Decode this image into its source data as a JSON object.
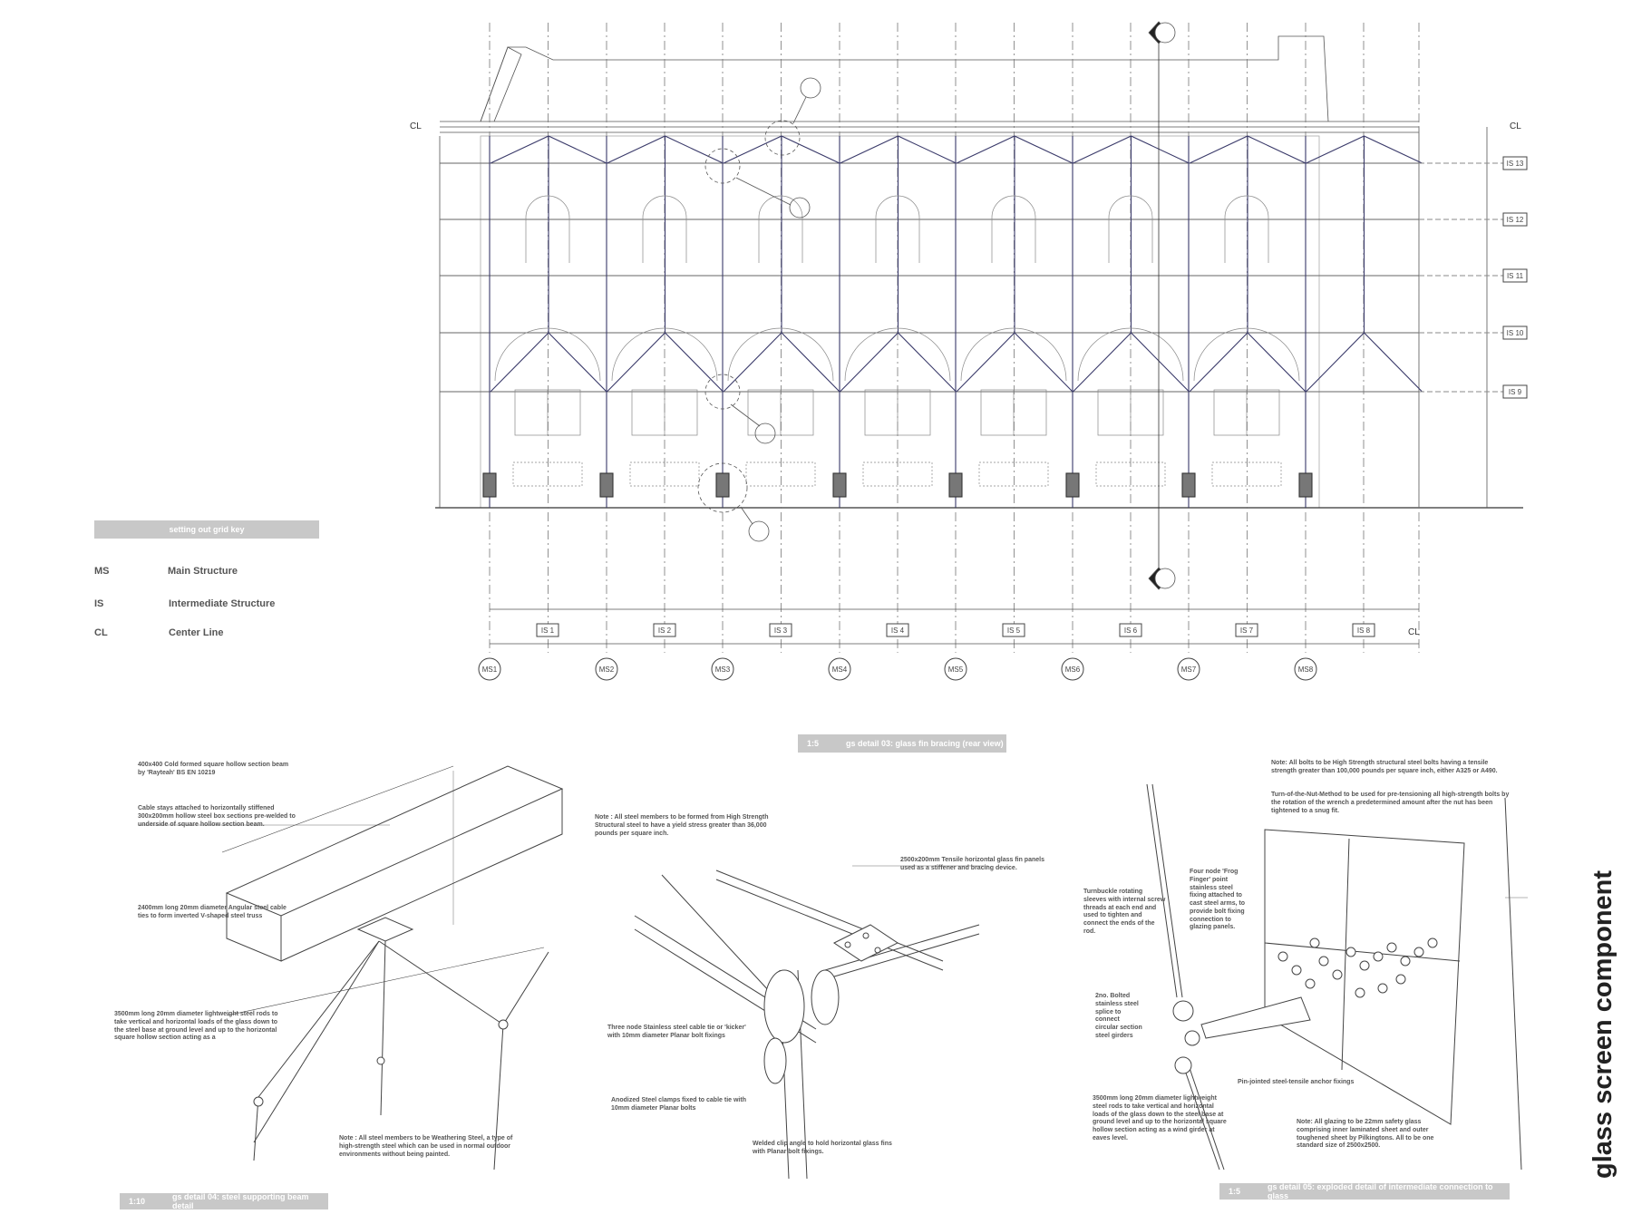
{
  "elevation": {
    "cl_left": "CL",
    "cl_right": "CL",
    "cl_bottom": "CL",
    "is_levels": [
      "IS 13",
      "IS 12",
      "IS 11",
      "IS 10",
      "IS 9"
    ],
    "is_bays": [
      "IS 1",
      "IS 2",
      "IS 3",
      "IS 4",
      "IS 5",
      "IS 6",
      "IS 7",
      "IS 8"
    ],
    "ms_grid": [
      "MS1",
      "MS2",
      "MS3",
      "MS4",
      "MS5",
      "MS6",
      "MS7",
      "MS8"
    ]
  },
  "key": {
    "bar_label": "setting out grid key",
    "rows": [
      {
        "abbr": "MS",
        "desc": "Main Structure"
      },
      {
        "abbr": "IS",
        "desc": "Intermediate Structure"
      },
      {
        "abbr": "CL",
        "desc": "Center Line"
      }
    ]
  },
  "captions": {
    "elevation": {
      "scale": "1:5",
      "label": "gs detail 03: glass fin bracing (rear view)"
    },
    "detail_left": {
      "scale": "1:10",
      "label": "gs detail 04: steel supporting beam detail"
    },
    "detail_right": {
      "scale": "1:5",
      "label": "gs detail 05: exploded detail of intermediate connection to glass"
    }
  },
  "notes_left": [
    "400x400 Cold formed square hollow section beam by 'Rayteah' BS EN 10219",
    "Cable stays attached to horizontally stiffened 300x200mm hollow steel box sections pre-welded to underside of square hollow section beam.",
    "2400mm long 20mm diameter Angular steel cable ties to form inverted V-shaped steel truss",
    "3500mm long 20mm diameter lightweight steel rods to take vertical and horizontal loads of the glass down to the steel base at ground level and up to the horizontal square hollow section acting as a",
    "Note : All steel members to be Weathering Steel, a type of high-strength steel which can be used in normal outdoor environments without being painted."
  ],
  "notes_middle": [
    "Note : All steel members to be formed from High Strength Structural steel to have a yield stress greater than 36,000 pounds per square inch.",
    "2500x200mm Tensile horizontal glass fin panels used as a stiffener and bracing device.",
    "Three node Stainless steel cable tie or 'kicker' with 10mm diameter Planar bolt fixings",
    "Anodized Steel clamps fixed to cable tie with 10mm diameter Planar bolts",
    "Welded clip angle to hold horizontal glass fins with Planar bolt fixings."
  ],
  "notes_right": [
    "Note: All bolts to be High Strength structural steel bolts having a tensile strength greater than 100,000 pounds per square inch, either A325 or A490.",
    "Turn-of-the-Nut-Method to be used for pre-tensioning all high-strength bolts by the rotation of the wrench a predetermined amount after the nut has been tightened to a snug fit.",
    "Four node 'Frog Finger' point stainless steel fixing attached to cast steel arms, to provide bolt fixing connection to glazing panels.",
    "Turnbuckle rotating sleeves with internal screw threads at each end and used to tighten and connect the ends of the rod.",
    "2no. Bolted stainless steel splice to connect circular section steel girders",
    "Pin-jointed steel-tensile anchor fixings",
    "3500mm long 20mm diameter lightweight steel rods to take vertical and horizontal loads of the glass down to the steel base at ground level and up to the horizontal square hollow section acting as a wind girder at eaves level.",
    "Note: All glazing to be 22mm safety glass comprising inner laminated sheet and outer toughened sheet by Pilkingtons. All to be one standard size of 2500x2500."
  ],
  "sheet_title": "glass screen component"
}
